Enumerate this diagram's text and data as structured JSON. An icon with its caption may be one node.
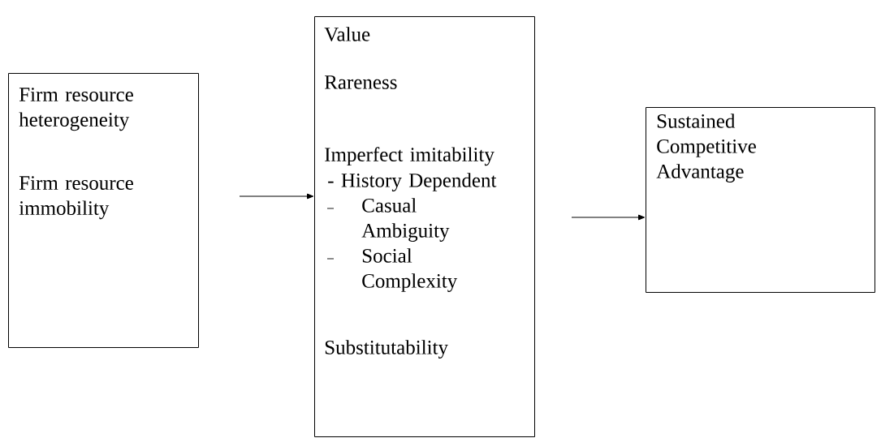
{
  "diagram": {
    "nodes": [
      {
        "text": [
          "Firm resource heterogeneity",
          "Firm resource immobility"
        ]
      },
      {
        "text": [
          "Value",
          "Rareness",
          "Imperfect imitability",
          "- History Dependent",
          "Casual Ambiguity",
          "Social Complexity",
          "Substitutability"
        ]
      },
      {
        "text": [
          "Sustained Competitive Advantage"
        ]
      }
    ],
    "edges": [
      {
        "from": 0,
        "to": 1,
        "arrow": "to"
      },
      {
        "from": 1,
        "to": 2,
        "arrow": "to"
      }
    ]
  }
}
